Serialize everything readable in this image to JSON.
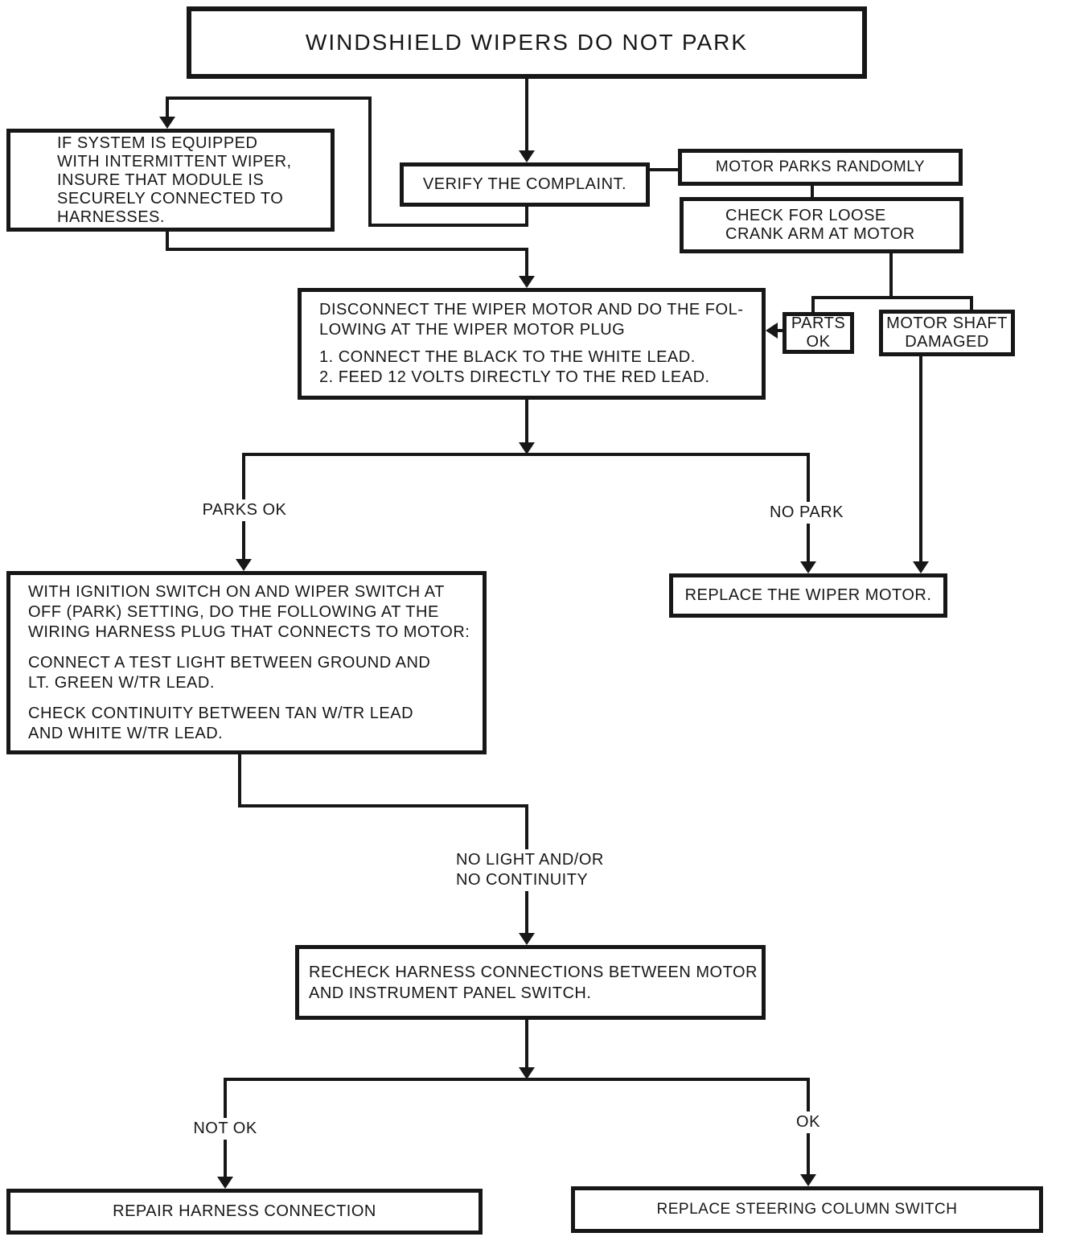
{
  "nodes": {
    "title": "WINDSHIELD WIPERS DO NOT PARK",
    "if_system": "IF SYSTEM IS EQUIPPED\nWITH INTERMITTENT WIPER,\nINSURE THAT MODULE IS\nSECURELY CONNECTED TO\nHARNESSES.",
    "verify": "VERIFY THE COMPLAINT.",
    "motor_parks_randomly": "MOTOR PARKS RANDOMLY",
    "check_loose": "CHECK FOR LOOSE\nCRANK ARM AT MOTOR",
    "disconnect_intro": "DISCONNECT THE WIPER MOTOR AND DO THE FOL-\nLOWING AT THE WIPER MOTOR PLUG",
    "disconnect_steps": "1. CONNECT THE BLACK TO THE WHITE LEAD.\n2. FEED 12 VOLTS DIRECTLY TO THE RED LEAD.",
    "parts_ok": "PARTS\nOK",
    "motor_shaft": "MOTOR SHAFT\nDAMAGED",
    "ignition_p1": "WITH IGNITION SWITCH ON AND WIPER SWITCH AT\nOFF (PARK) SETTING, DO THE FOLLOWING AT THE\nWIRING HARNESS PLUG THAT CONNECTS TO MOTOR:",
    "ignition_p2": "CONNECT A TEST LIGHT BETWEEN GROUND AND\nLT. GREEN W/TR LEAD.",
    "ignition_p3": "CHECK CONTINUITY BETWEEN TAN W/TR LEAD\nAND WHITE W/TR LEAD.",
    "replace_motor": "REPLACE THE WIPER MOTOR.",
    "recheck": "RECHECK HARNESS CONNECTIONS BETWEEN MOTOR\nAND INSTRUMENT PANEL SWITCH.",
    "repair": "REPAIR HARNESS CONNECTION",
    "replace_column": "REPLACE STEERING COLUMN SWITCH"
  },
  "edge_labels": {
    "parks_ok": "PARKS OK",
    "no_park": "NO PARK",
    "no_light": "NO LIGHT AND/OR\nNO CONTINUITY",
    "not_ok": "NOT OK",
    "ok": "OK"
  },
  "colors": {
    "line": "#171717",
    "background": "#ffffff",
    "box_fill": "#ffffff"
  }
}
